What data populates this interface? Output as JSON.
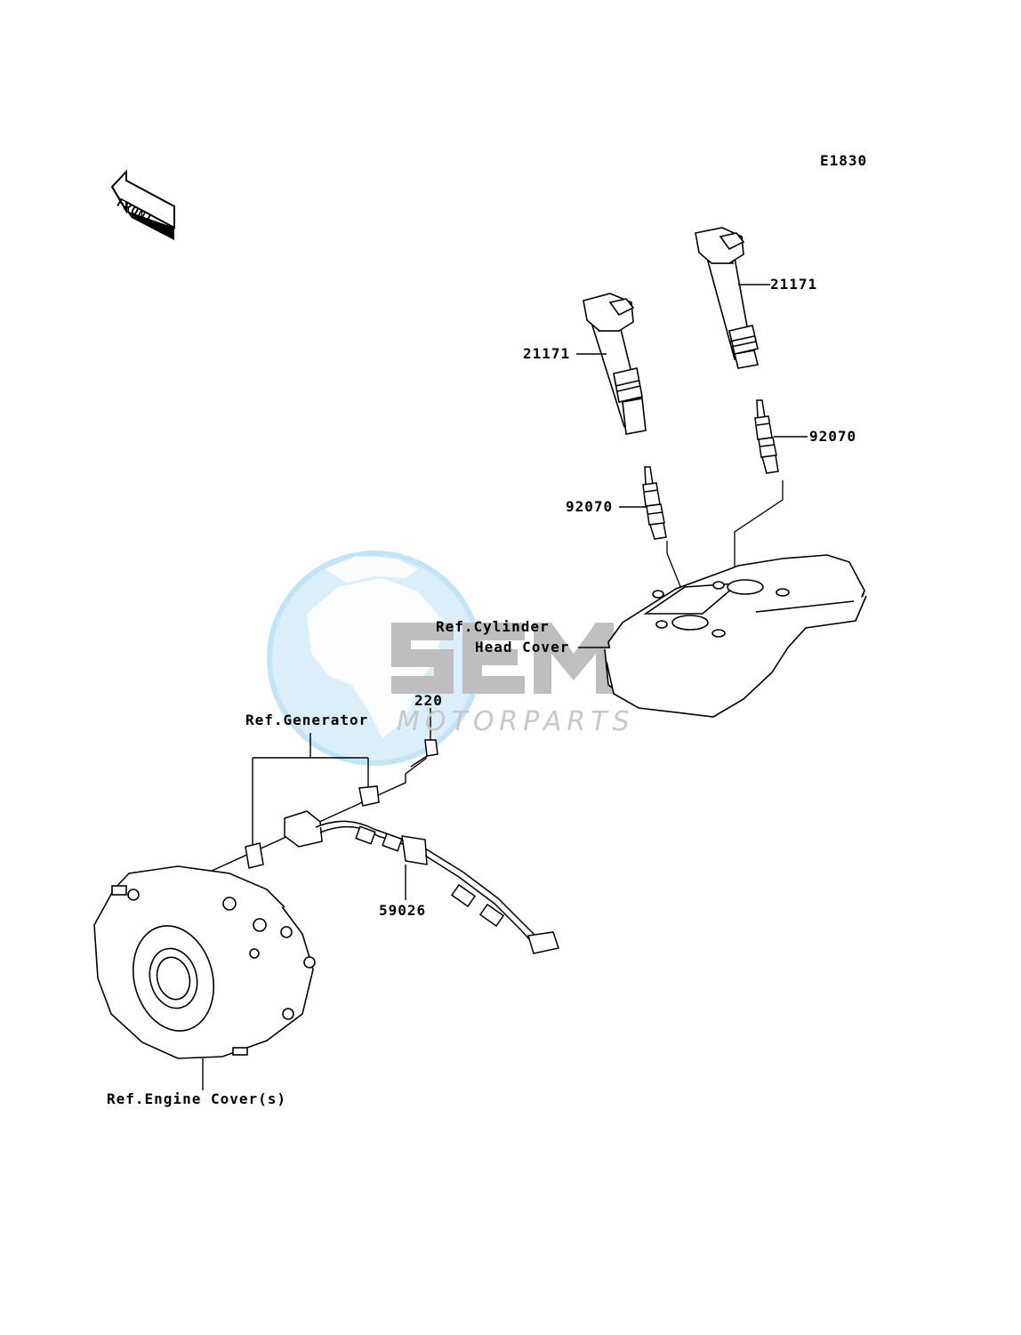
{
  "diagram_code": "E1830",
  "front_label": "FRONT",
  "watermark": {
    "brand": "MOTORPARTS",
    "colors": {
      "globe": "#7fc6ea",
      "logo": "#9a9a9a"
    }
  },
  "parts": {
    "ignition_coil_upper": "21171",
    "ignition_coil_lower": "21171",
    "spark_plug_right": "92070",
    "spark_plug_left": "92070",
    "bolt": "220",
    "pickup_coil": "59026"
  },
  "references": {
    "cylinder_head_cover_line1": "Ref.Cylinder",
    "cylinder_head_cover_line2": "Head Cover",
    "generator": "Ref.Generator",
    "engine_cover": "Ref.Engine Cover(s)"
  }
}
